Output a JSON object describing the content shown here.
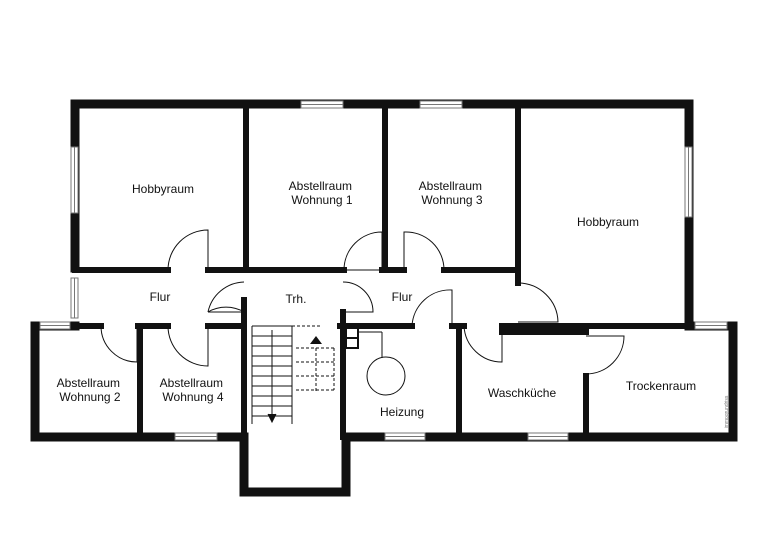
{
  "colors": {
    "wall": "#111111",
    "window_line": "#777777",
    "background": "#ffffff"
  },
  "rooms": {
    "hobbyraum_left": "Hobbyraum",
    "abstellraum_1": [
      "Abstellraum",
      "Wohnung 1"
    ],
    "abstellraum_3": [
      "Abstellraum",
      "Wohnung 3"
    ],
    "hobbyraum_right": "Hobbyraum",
    "flur_left": "Flur",
    "treppenhaus": "Trh.",
    "flur_right": "Flur",
    "abstellraum_2": [
      "Abstellraum",
      "Wohnung 2"
    ],
    "abstellraum_4": [
      "Abstellraum",
      "Wohnung 4"
    ],
    "heizung": "Heizung",
    "waschkueche": "Waschküche",
    "trockenraum": "Trockenraum"
  },
  "watermark": "immogrundriss"
}
